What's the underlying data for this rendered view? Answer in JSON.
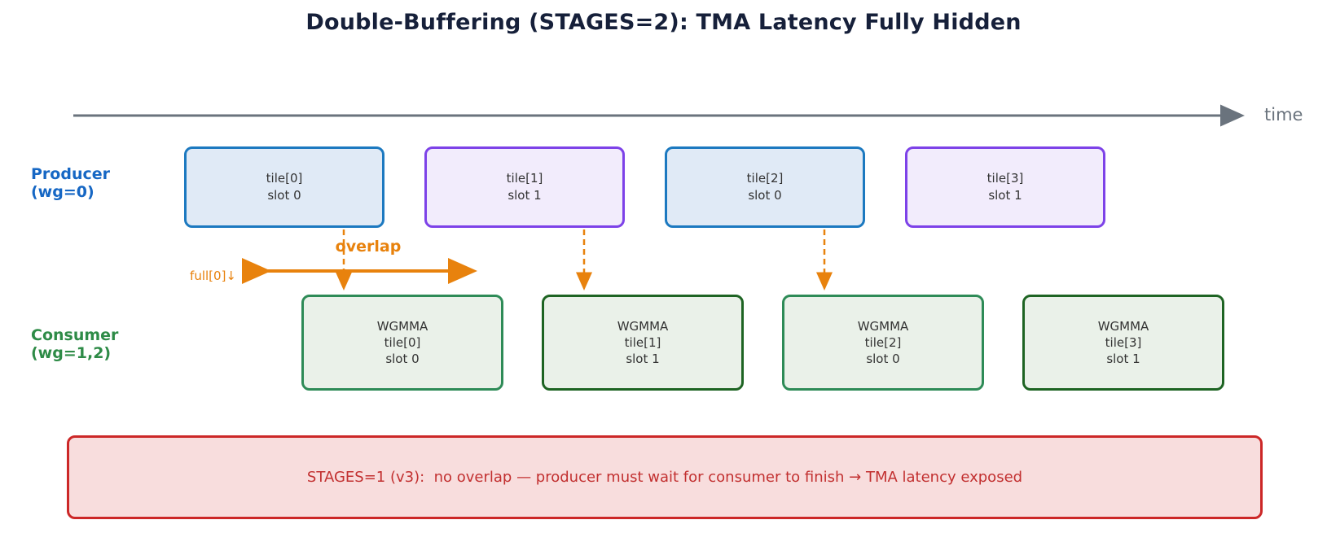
{
  "title": "Double-Buffering (STAGES=2): TMA Latency Fully Hidden",
  "timeline": {
    "label": "time"
  },
  "producer": {
    "label_line1": "Producer",
    "label_line2": "(wg=0)",
    "boxes": [
      {
        "tile": "tile[0]",
        "slot": "slot 0"
      },
      {
        "tile": "tile[1]",
        "slot": "slot 1"
      },
      {
        "tile": "tile[2]",
        "slot": "slot 0"
      },
      {
        "tile": "tile[3]",
        "slot": "slot 1"
      }
    ]
  },
  "consumer": {
    "label_line1": "Consumer",
    "label_line2": "(wg=1,2)",
    "boxes": [
      {
        "op": "WGMMA",
        "tile": "tile[0]",
        "slot": "slot 0"
      },
      {
        "op": "WGMMA",
        "tile": "tile[1]",
        "slot": "slot 1"
      },
      {
        "op": "WGMMA",
        "tile": "tile[2]",
        "slot": "slot 0"
      },
      {
        "op": "WGMMA",
        "tile": "tile[3]",
        "slot": "slot 1"
      }
    ]
  },
  "annotations": {
    "overlap_label": "overlap",
    "full_label": "full[0]↓"
  },
  "note": {
    "text": "STAGES=1 (v3):  no overlap — producer must wait for consumer to finish → TMA latency exposed"
  },
  "colors": {
    "title_text": "#16203a",
    "timeline_gray": "#6a737d",
    "label_blue": "#1667c4",
    "label_green": "#2e8b47",
    "box_text": "#333333",
    "producer_slot0_border": "#1c79c0",
    "producer_slot0_fill": "#e0eaf6",
    "producer_slot1_border": "#7d42e8",
    "producer_slot1_fill": "#f2ecfc",
    "consumer_slot0_border": "#2e8b57",
    "consumer_slot1_border": "#1e6423",
    "consumer_fill": "#eaf1e9",
    "orange": "#e8820d",
    "note_border": "#cc2727",
    "note_fill": "#f8dddd",
    "note_text_color": "#c23030"
  }
}
